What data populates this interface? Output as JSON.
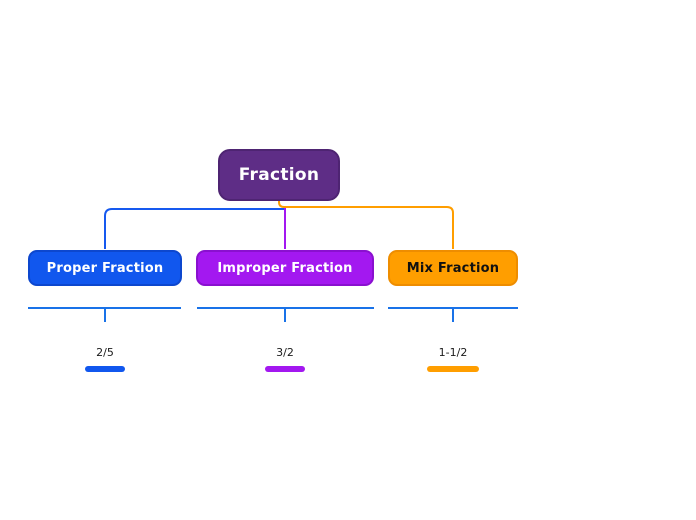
{
  "diagram": {
    "type": "mind-map",
    "title": "Fraction",
    "background": "#ffffff"
  },
  "root": {
    "label": "Fraction",
    "fill": "#5E2D86",
    "border_color": "#4E2472",
    "text_color": "#ffffff"
  },
  "branches": [
    {
      "label": "Proper Fraction",
      "fill": "#1157EE",
      "border_color": "#0D47CE",
      "text_color": "#ffffff",
      "connector_color": "#1659EF",
      "example": {
        "label": "2/5",
        "underline_color": "#1157EE",
        "text_color": "#1a1a1a"
      }
    },
    {
      "label": "Improper Fraction",
      "fill": "#A318F0",
      "border_color": "#8A10CF",
      "text_color": "#ffffff",
      "connector_color": "#A318F0",
      "example": {
        "label": "3/2",
        "underline_color": "#A318F0",
        "text_color": "#1a1a1a"
      }
    },
    {
      "label": "Mix Fraction",
      "fill": "#FF9E00",
      "border_color": "#EE8D00",
      "text_color": "#111111",
      "connector_color": "#FF9E00",
      "example": {
        "label": "1-1/2",
        "underline_color": "#FF9E00",
        "text_color": "#1a1a1a"
      }
    }
  ],
  "boundary": {
    "line_color": "#1972E8"
  }
}
